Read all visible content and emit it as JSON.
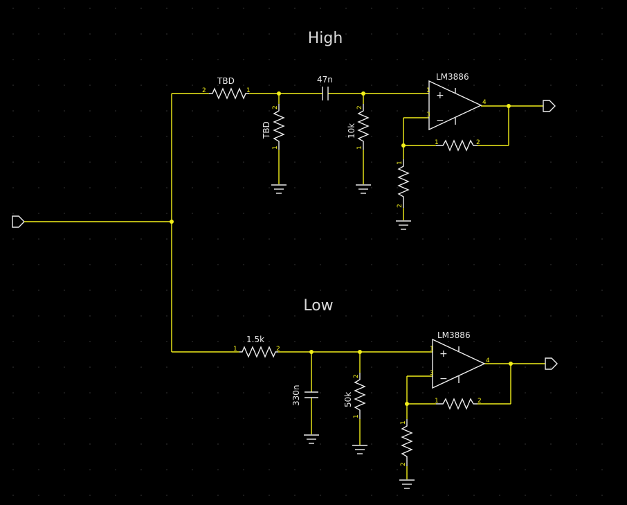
{
  "schematic": {
    "high_label": "High",
    "low_label": "Low",
    "high": {
      "series_resistor": "TBD",
      "shunt_resistor": "TBD",
      "capacitor": "47n",
      "input_resistor": "10k",
      "amplifier": "LM3886"
    },
    "low": {
      "series_resistor": "1.5k",
      "capacitor": "330n",
      "input_resistor": "50k",
      "amplifier": "LM3886"
    },
    "pins": {
      "p1": "1",
      "p2": "2",
      "p3": "3",
      "p4": "4",
      "plus": "+",
      "minus": "−"
    }
  },
  "colors": {
    "background": "#000000",
    "wire": "#f2ef1a",
    "component": "#ececec",
    "grid_dot": "#3a3a3a"
  }
}
